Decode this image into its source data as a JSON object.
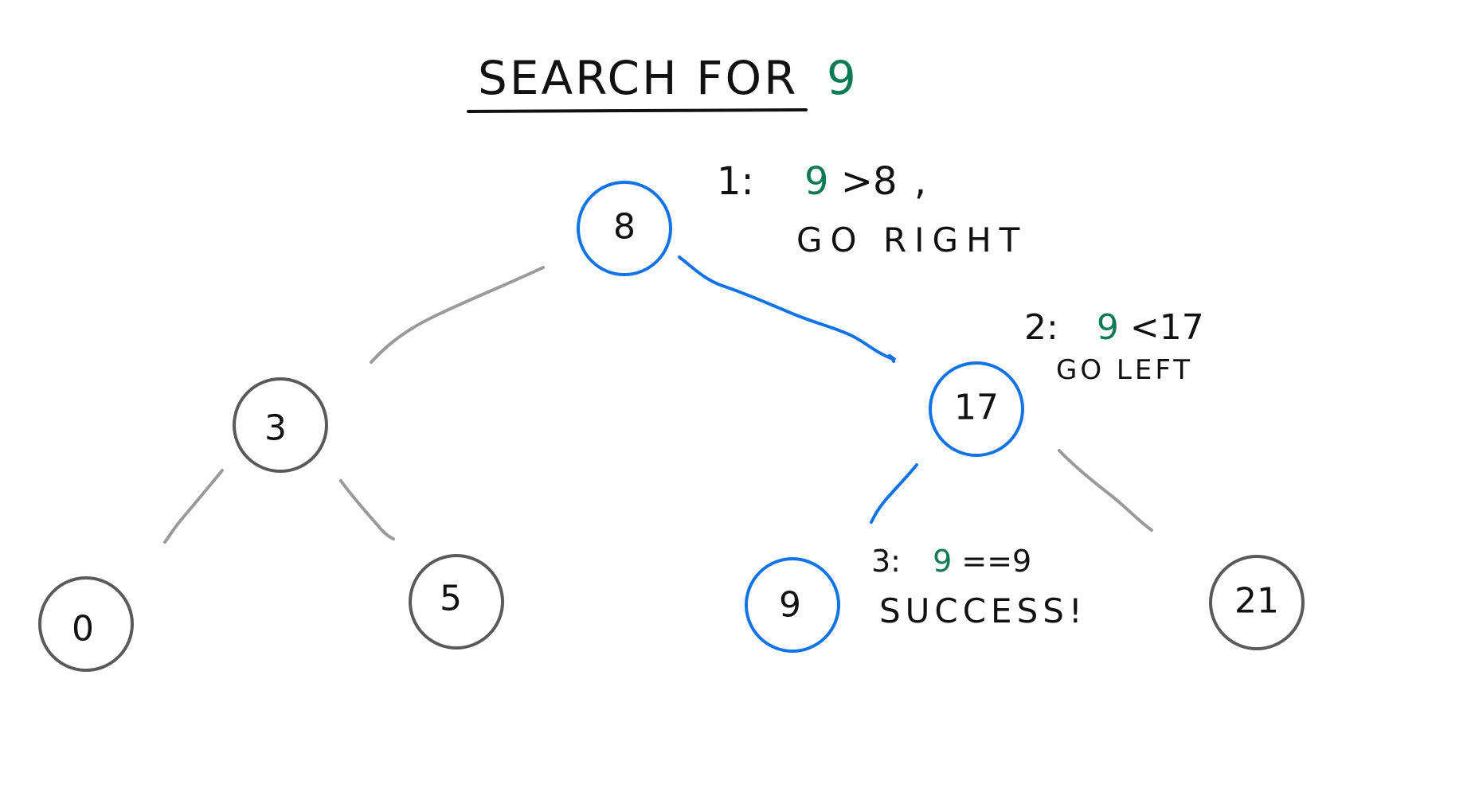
{
  "title": {
    "prefix": "SEARCH FOR",
    "target": "9"
  },
  "colors": {
    "ink": "#111111",
    "highlight": "#1273e6",
    "inactive_node": "#5a5a5a",
    "inactive_edge": "#9a9a9a",
    "target_value": "#0d7a55"
  },
  "nodes": [
    {
      "id": "node-8",
      "value": "8",
      "on_path": true
    },
    {
      "id": "node-3",
      "value": "3",
      "on_path": false
    },
    {
      "id": "node-17",
      "value": "17",
      "on_path": true
    },
    {
      "id": "node-0",
      "value": "0",
      "on_path": false
    },
    {
      "id": "node-5",
      "value": "5",
      "on_path": false
    },
    {
      "id": "node-9",
      "value": "9",
      "on_path": true
    },
    {
      "id": "node-21",
      "value": "21",
      "on_path": false
    }
  ],
  "steps": [
    {
      "num": "1:",
      "target": "9",
      "rest": ">8",
      "trail": ",",
      "action": "GO RIGHT"
    },
    {
      "num": "2:",
      "target": "9",
      "rest": "<17",
      "trail": "",
      "action": "GO LEFT"
    },
    {
      "num": "3:",
      "target": "9",
      "rest": "==9",
      "trail": "",
      "action": "SUCCESS!"
    }
  ]
}
